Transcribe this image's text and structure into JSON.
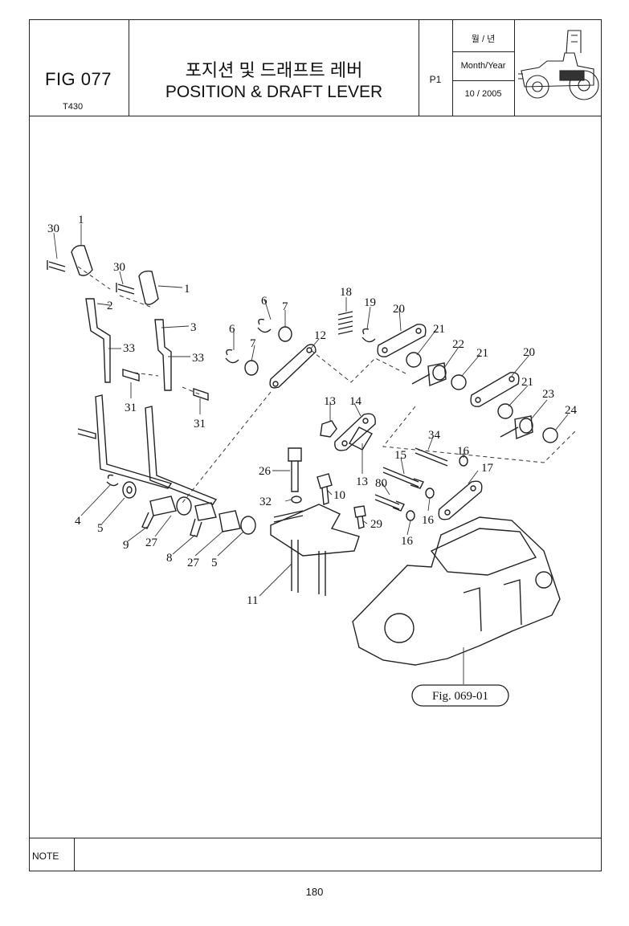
{
  "header": {
    "fig_number": "FIG 077",
    "model": "T430",
    "title_korean": "포지션 및 드래프트 레버",
    "title_english": "POSITION & DRAFT LEVER",
    "page_code": "P1",
    "month_year_korean": "월 / 년",
    "month_year_label": "Month/Year",
    "month_year_value": "10 / 2005"
  },
  "diagram": {
    "reference_label": "Fig. 069-01",
    "callouts": [
      {
        "id": "c1a",
        "label": "1"
      },
      {
        "id": "c30a",
        "label": "30"
      },
      {
        "id": "c30b",
        "label": "30"
      },
      {
        "id": "c1b",
        "label": "1"
      },
      {
        "id": "c2",
        "label": "2"
      },
      {
        "id": "c3",
        "label": "3"
      },
      {
        "id": "c33a",
        "label": "33"
      },
      {
        "id": "c33b",
        "label": "33"
      },
      {
        "id": "c31a",
        "label": "31"
      },
      {
        "id": "c31b",
        "label": "31"
      },
      {
        "id": "c6a",
        "label": "6"
      },
      {
        "id": "c7a",
        "label": "7"
      },
      {
        "id": "c6b",
        "label": "6"
      },
      {
        "id": "c7b",
        "label": "7"
      },
      {
        "id": "c12",
        "label": "12"
      },
      {
        "id": "c18",
        "label": "18"
      },
      {
        "id": "c19",
        "label": "19"
      },
      {
        "id": "c20a",
        "label": "20"
      },
      {
        "id": "c21a",
        "label": "21"
      },
      {
        "id": "c22",
        "label": "22"
      },
      {
        "id": "c21b",
        "label": "21"
      },
      {
        "id": "c20b",
        "label": "20"
      },
      {
        "id": "c21c",
        "label": "21"
      },
      {
        "id": "c23",
        "label": "23"
      },
      {
        "id": "c24",
        "label": "24"
      },
      {
        "id": "c13a",
        "label": "13"
      },
      {
        "id": "c14",
        "label": "14"
      },
      {
        "id": "c34",
        "label": "34"
      },
      {
        "id": "c16a",
        "label": "16"
      },
      {
        "id": "c15",
        "label": "15"
      },
      {
        "id": "c17",
        "label": "17"
      },
      {
        "id": "c26",
        "label": "26"
      },
      {
        "id": "c13b",
        "label": "13"
      },
      {
        "id": "c80",
        "label": "80"
      },
      {
        "id": "c10",
        "label": "10"
      },
      {
        "id": "c32",
        "label": "32"
      },
      {
        "id": "c16b",
        "label": "16"
      },
      {
        "id": "c29",
        "label": "29"
      },
      {
        "id": "c16c",
        "label": "16"
      },
      {
        "id": "c4",
        "label": "4"
      },
      {
        "id": "c5a",
        "label": "5"
      },
      {
        "id": "c9",
        "label": "9"
      },
      {
        "id": "c27a",
        "label": "27"
      },
      {
        "id": "c8",
        "label": "8"
      },
      {
        "id": "c27b",
        "label": "27"
      },
      {
        "id": "c5b",
        "label": "5"
      },
      {
        "id": "c11",
        "label": "11"
      }
    ]
  },
  "footer": {
    "note_label": "NOTE",
    "page_number": "180"
  }
}
